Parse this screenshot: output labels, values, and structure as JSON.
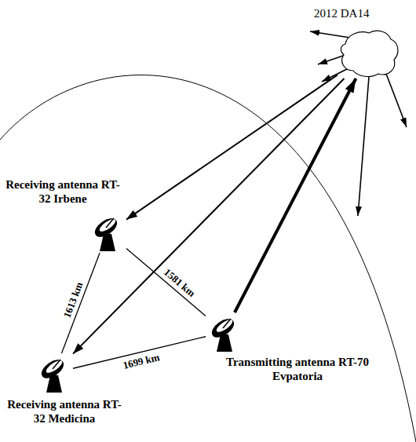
{
  "diagram": {
    "nodes": [
      {
        "text": [
          "2012 DA14"
        ]
      },
      {
        "text": [
          "Receiving antenna RT-32 Irbene"
        ]
      },
      {
        "text": [
          "Transmitting antenna RT-70 Evpatoria"
        ]
      },
      {
        "text": [
          "Receiving antenna RT-32 Medicina"
        ]
      }
    ],
    "edges": [
      {
        "from": 2,
        "to": 0,
        "arrow": "to"
      },
      {
        "from": 0,
        "to": 1,
        "arrow": "to"
      },
      {
        "from": 0,
        "to": 3,
        "arrow": "to"
      },
      {
        "from": 1,
        "to": 3,
        "label": "1613 km",
        "arrow": "none"
      },
      {
        "from": 1,
        "to": 2,
        "label": "1581 km",
        "arrow": "none"
      },
      {
        "from": 3,
        "to": 2,
        "label": "1699 km",
        "arrow": "none"
      }
    ]
  }
}
